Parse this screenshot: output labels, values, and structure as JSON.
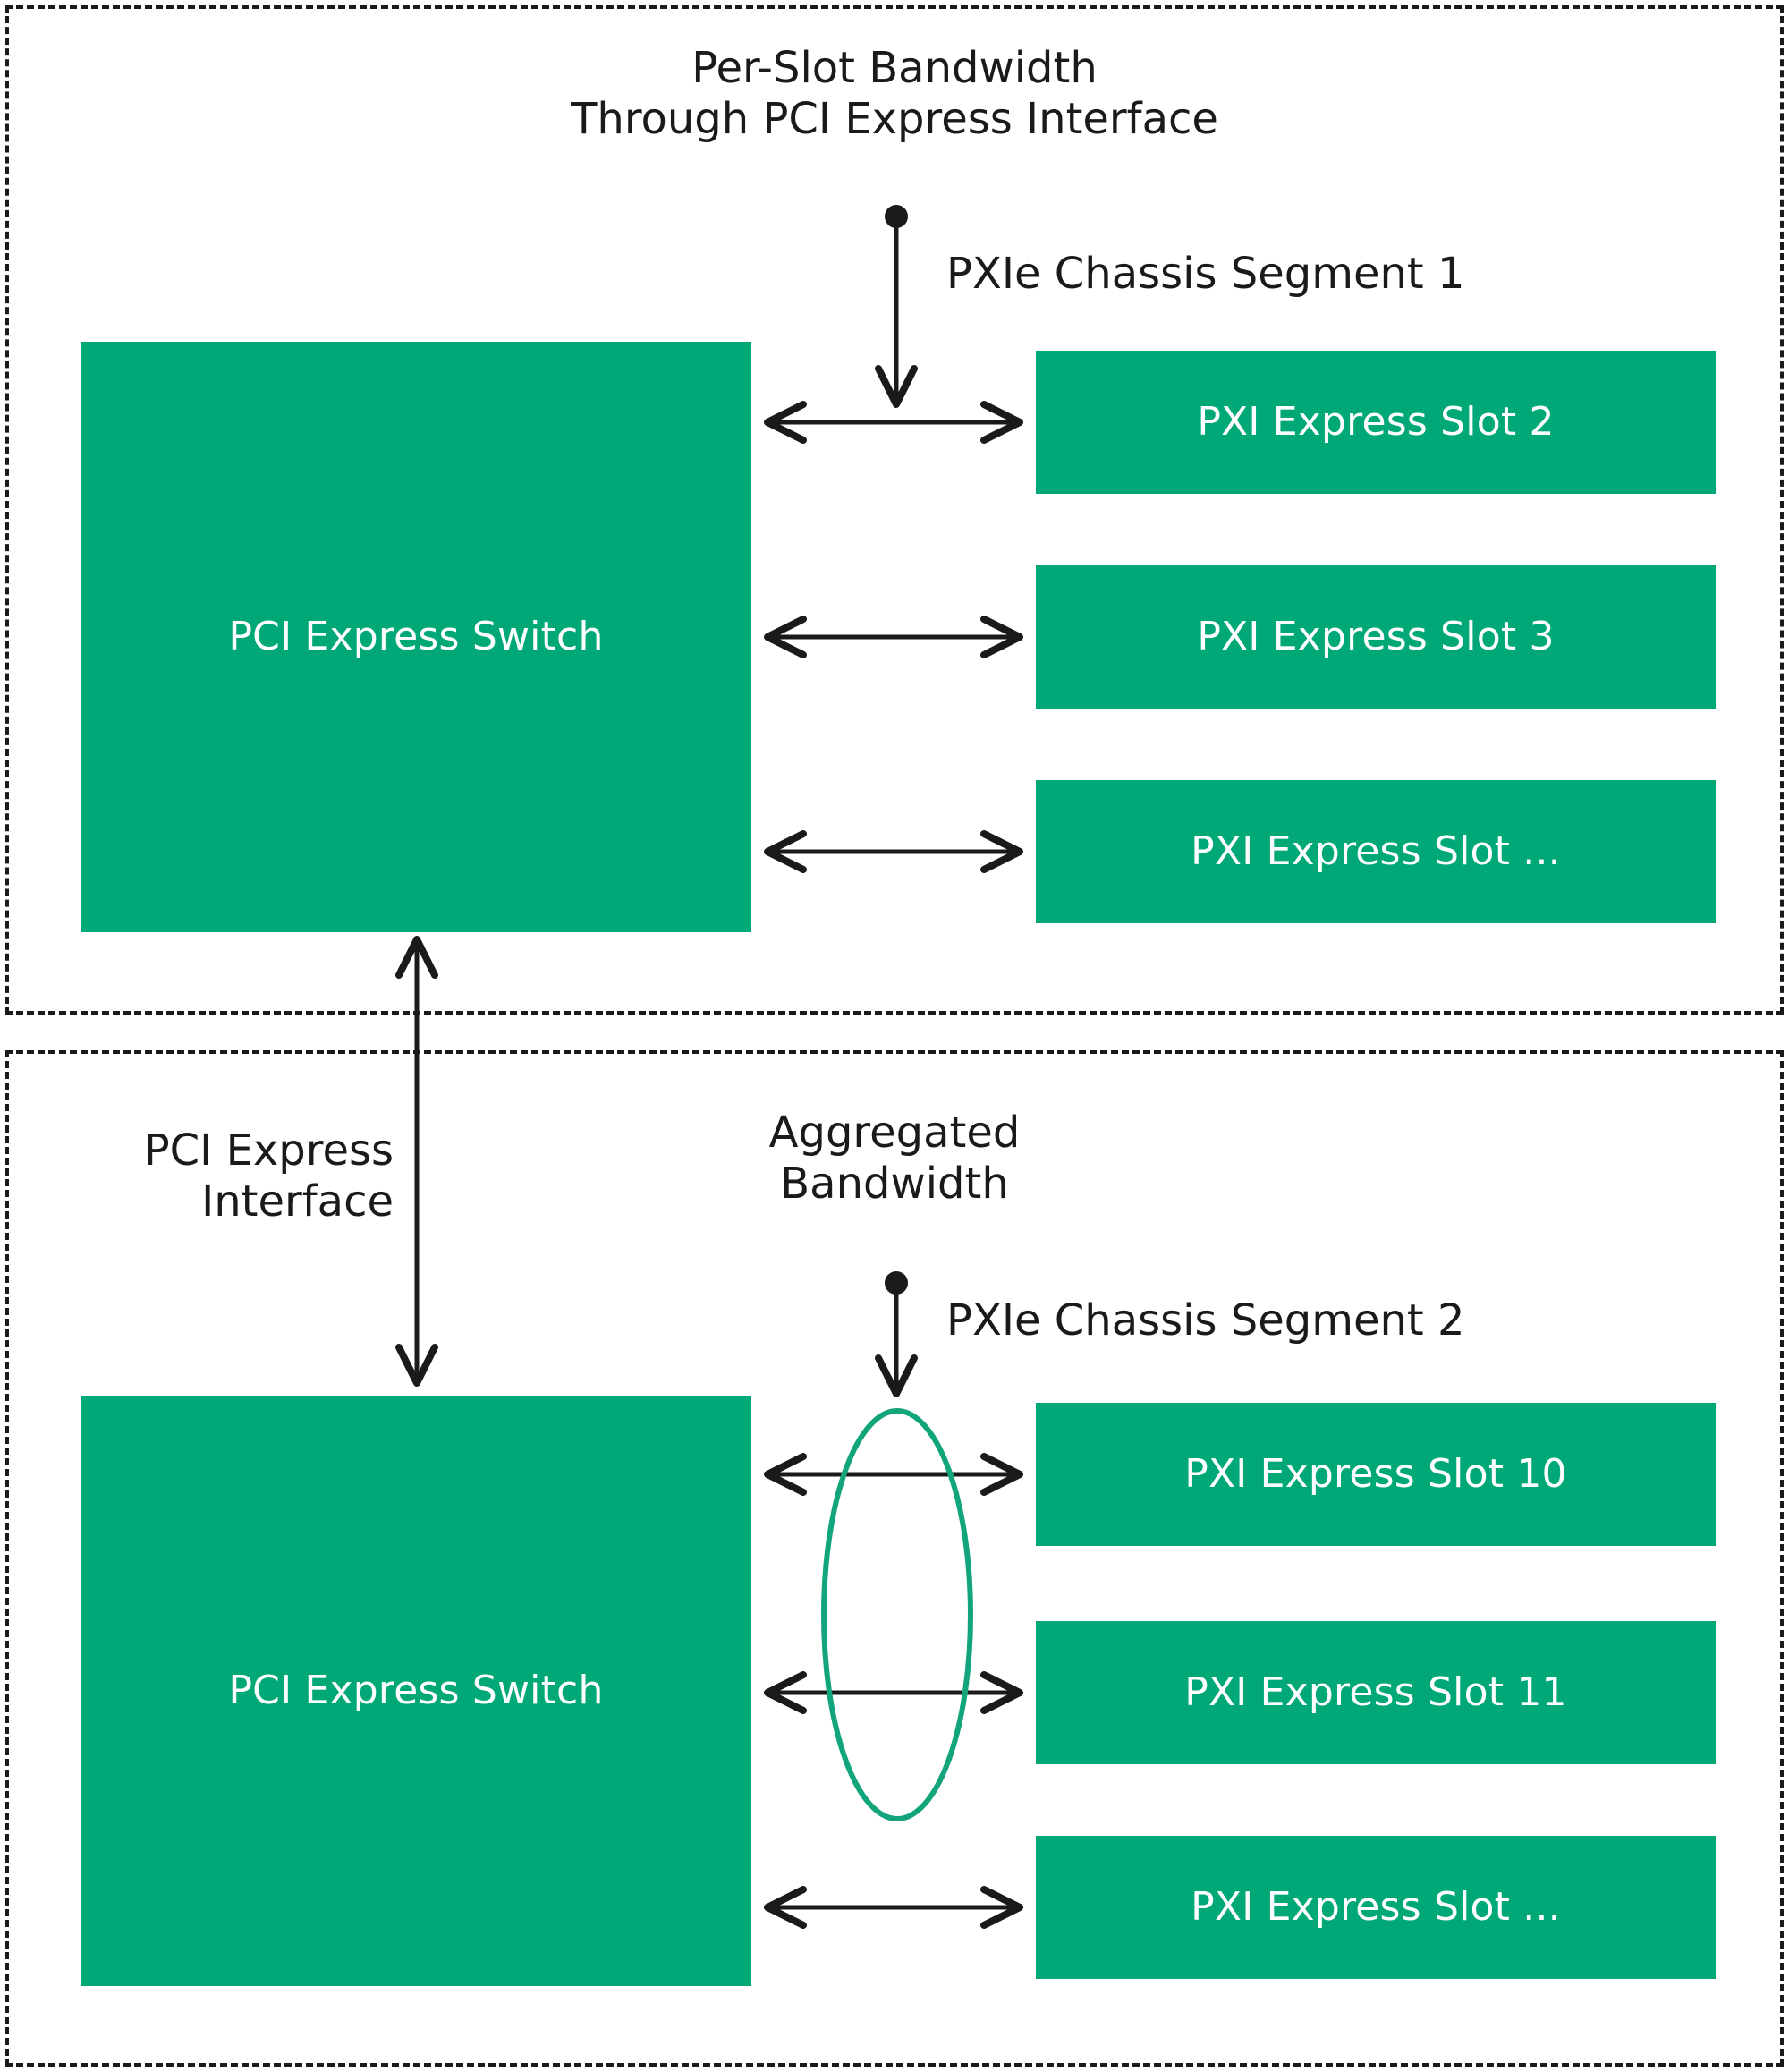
{
  "diagram": {
    "title_callout_1": "Per-Slot Bandwidth\nThrough PCI Express Interface",
    "title_callout_2": "Aggregated\nBandwidth",
    "interface_label": "PCI Express\nInterface",
    "colors": {
      "accent_green": "#00a878",
      "ellipse_stroke": "#12a47a",
      "line": "#1a1a1a",
      "box_text": "#ffffff",
      "background": "#ffffff"
    },
    "segments": [
      {
        "title": "PXIe Chassis Segment 1",
        "switch_label": "PCI Express Switch",
        "slots": [
          "PXI Express Slot 2",
          "PXI Express Slot 3",
          "PXI Express Slot ..."
        ],
        "has_aggregation_ellipse": false
      },
      {
        "title": "PXIe Chassis Segment 2",
        "switch_label": "PCI Express Switch",
        "slots": [
          "PXI Express Slot 10",
          "PXI Express Slot 11",
          "PXI Express Slot ..."
        ],
        "has_aggregation_ellipse": true
      }
    ]
  }
}
